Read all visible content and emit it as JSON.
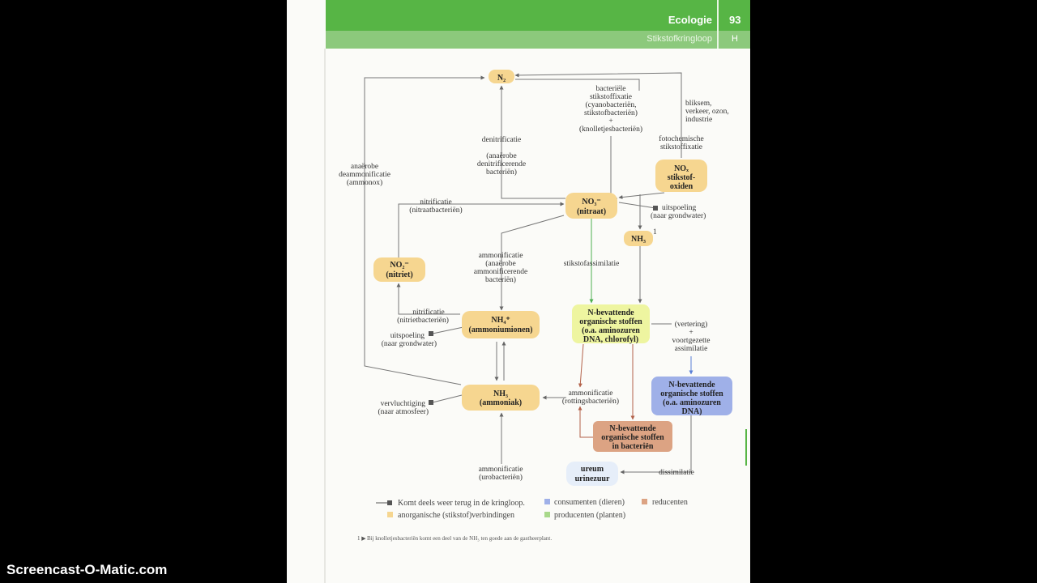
{
  "header": {
    "title": "Ecologie",
    "page_number": "93",
    "subtitle": "Stikstofkringloop",
    "section_letter": "H"
  },
  "colors": {
    "header_green": "#57b545",
    "anorganic_yellow": "#f6d690",
    "producer_green": "#eef5a0",
    "consumer_blue": "#9fb0e8",
    "reducer_brown": "#dca383"
  },
  "nodes": {
    "n2": [
      "N₂"
    ],
    "no3": [
      "NO₃⁻",
      "(nitraat)"
    ],
    "nox": [
      "NOₓ",
      "stikstof-",
      "oxiden"
    ],
    "nh3_small": [
      "NH₃"
    ],
    "no2": [
      "NO₂⁻",
      "(nitriet)"
    ],
    "nh4": [
      "NH₄⁺",
      "(ammoniumionen)"
    ],
    "nh3": [
      "NH₃",
      "(ammoniak)"
    ],
    "plants": [
      "N-bevattende",
      "organische stoffen",
      "(o.a. aminozuren",
      "DNA, chlorofyl)"
    ],
    "animals": [
      "N-bevattende",
      "organische stoffen",
      "(o.a. aminozuren",
      "DNA)"
    ],
    "bacteria": [
      "N-bevattende",
      "organische stoffen",
      "in bacteriën"
    ],
    "urea": [
      "ureum",
      "urinezuur"
    ]
  },
  "labels": {
    "fixatie": [
      "bacteriële",
      "stikstoffixatie",
      "(cyanobacteriën,",
      "stikstofbacteriën)",
      "+",
      "(knolletjesbacteriën)"
    ],
    "bliksem": [
      "bliksem,",
      "verkeer, ozon,",
      "industrie"
    ],
    "fotochemisch": [
      "fotochemische",
      "stikstoffixatie"
    ],
    "denitrificatie": [
      "denitrificatie",
      "",
      "(anaërobe",
      "denitrificerende",
      "bacteriën)"
    ],
    "anammox": [
      "anaërobe",
      "deammonificatie",
      "(ammonox)"
    ],
    "nitrificatie1": [
      "nitrificatie",
      "(nitraatbacteriën)"
    ],
    "uitspoeling1": [
      "uitspoeling",
      "(naar grondwater)"
    ],
    "ammonificatie1": [
      "ammonificatie",
      "(anaërobe",
      "ammonificerende",
      "bacteriën)"
    ],
    "assimilatie": [
      "stikstofassimilatie"
    ],
    "nitrificatie2": [
      "nitrificatie",
      "(nitrietbacteriën)"
    ],
    "uitspoeling2": [
      "uitspoeling",
      "(naar grondwater)"
    ],
    "vertering": [
      "(vertering)",
      "+",
      "voortgezette",
      "assimilatie"
    ],
    "vervluchtiging": [
      "vervluchtiging",
      "(naar atmosfeer)"
    ],
    "ammonificatie2": [
      "ammonificatie",
      "(rottingsbacteriën)"
    ],
    "ammonificatie3": [
      "ammonificatie",
      "(urobacteriën)"
    ],
    "dissimilatie": [
      "dissimilatie"
    ],
    "footnote_marker": "1"
  },
  "legend": {
    "returns": "Komt deels weer terug in de kringloop.",
    "consumers": "consumenten (dieren)",
    "reducers": "reducenten",
    "anorganic": "anorganische (stikstof)verbindingen",
    "producers": "producenten (planten)"
  },
  "footnote": {
    "marker": "1 ▶",
    "text": "Bij knolletjesbacteriën komt een deel van de NH₃ ten goede aan de gastheerplant."
  },
  "watermark": "Screencast-O-Matic.com"
}
